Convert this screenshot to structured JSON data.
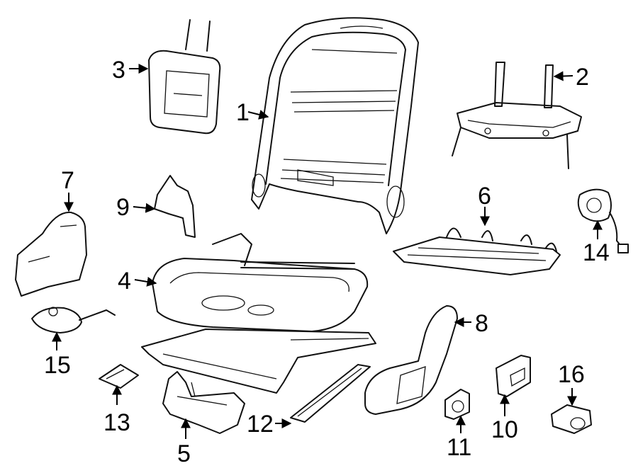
{
  "diagram": {
    "callouts": [
      {
        "id": "1",
        "label": "1"
      },
      {
        "id": "2",
        "label": "2"
      },
      {
        "id": "3",
        "label": "3"
      },
      {
        "id": "4",
        "label": "4"
      },
      {
        "id": "5",
        "label": "5"
      },
      {
        "id": "6",
        "label": "6"
      },
      {
        "id": "7",
        "label": "7"
      },
      {
        "id": "8",
        "label": "8"
      },
      {
        "id": "9",
        "label": "9"
      },
      {
        "id": "10",
        "label": "10"
      },
      {
        "id": "11",
        "label": "11"
      },
      {
        "id": "12",
        "label": "12"
      },
      {
        "id": "13",
        "label": "13"
      },
      {
        "id": "14",
        "label": "14"
      },
      {
        "id": "15",
        "label": "15"
      },
      {
        "id": "16",
        "label": "16"
      }
    ],
    "colors": {
      "line": "#111111",
      "background": "#ffffff"
    }
  }
}
